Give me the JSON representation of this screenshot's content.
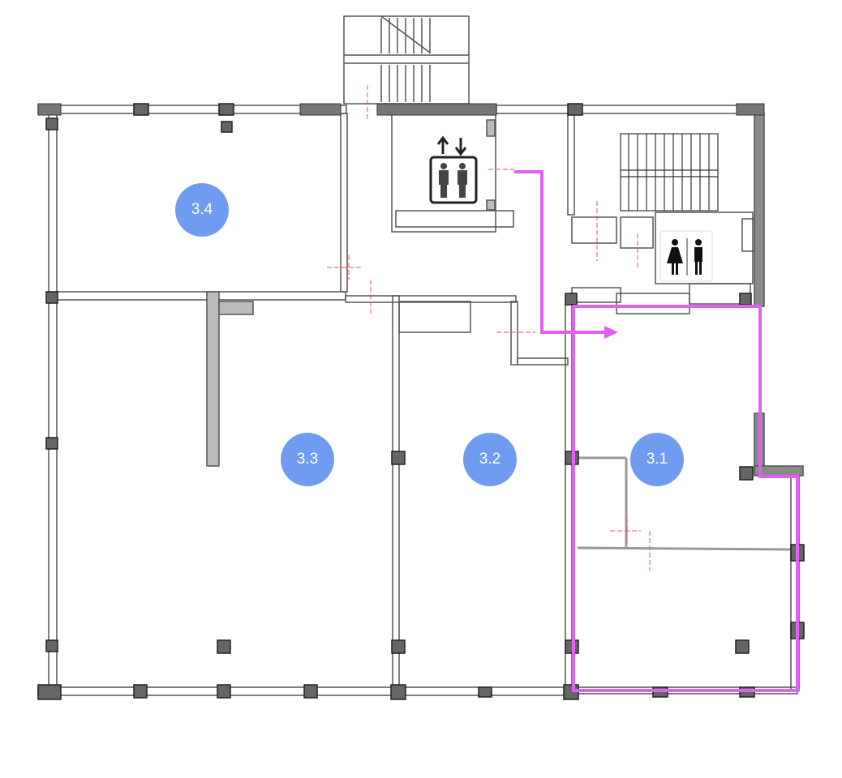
{
  "plan": {
    "rooms": [
      {
        "id": "3.4",
        "label": "3.4"
      },
      {
        "id": "3.3",
        "label": "3.3"
      },
      {
        "id": "3.2",
        "label": "3.2"
      },
      {
        "id": "3.1",
        "label": "3.1"
      }
    ],
    "icons": [
      "elevator-icon",
      "restroom-icon",
      "staircase-icon"
    ],
    "colors": {
      "room_badge": "#6f9cf0",
      "route": "#e060f0",
      "wall": "#7a7a7a",
      "column": "#555555",
      "axis_mark": "#e05050"
    }
  }
}
